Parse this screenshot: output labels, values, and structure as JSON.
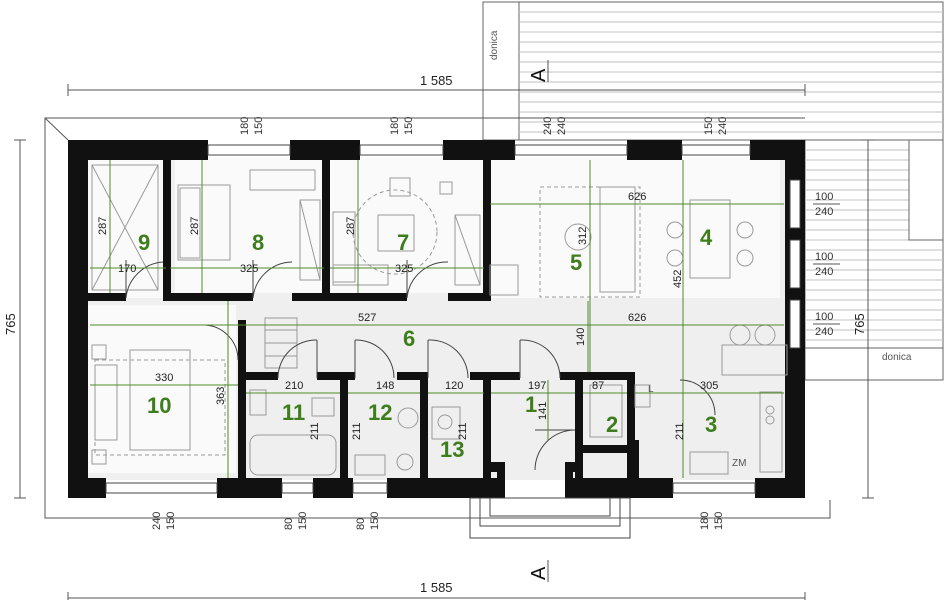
{
  "overall_dimensions": {
    "top_width": "1 585",
    "bottom_width": "1 585",
    "left_depth": "765",
    "right_depth": "765"
  },
  "section_marks": {
    "top": "A",
    "bottom": "A"
  },
  "terrace_labels": {
    "planter_top": "donica",
    "planter_right": "donica"
  },
  "window_dims": {
    "top_1": [
      "180",
      "150"
    ],
    "top_2": [
      "180",
      "150"
    ],
    "top_3": [
      "240",
      "240"
    ],
    "top_4": [
      "150",
      "240"
    ],
    "right_1": [
      "100",
      "240"
    ],
    "right_2": [
      "100",
      "240"
    ],
    "right_3": [
      "100",
      "240"
    ],
    "bottom_1": [
      "240",
      "150"
    ],
    "bottom_2": [
      "80",
      "150"
    ],
    "bottom_3": [
      "80",
      "150"
    ],
    "bottom_4": [
      "180",
      "150"
    ]
  },
  "rooms": [
    {
      "num": "1"
    },
    {
      "num": "2"
    },
    {
      "num": "3"
    },
    {
      "num": "4"
    },
    {
      "num": "5"
    },
    {
      "num": "6"
    },
    {
      "num": "7"
    },
    {
      "num": "8"
    },
    {
      "num": "9"
    },
    {
      "num": "10"
    },
    {
      "num": "11"
    },
    {
      "num": "12"
    },
    {
      "num": "13"
    }
  ],
  "interior_dims": {
    "r9_h": "287",
    "r9_w": "170",
    "r8_h": "287",
    "r8_w": "325",
    "r7_h": "287",
    "r7_w": "325",
    "r5_h": "312",
    "r5_w": "626",
    "r4_h": "452",
    "r6_w1": "527",
    "r6_w2": "626",
    "r6_h": "140",
    "r10_w": "330",
    "r10_h": "363",
    "r11_w": "210",
    "r11_h": "211",
    "r12_w": "148",
    "r12_h": "211",
    "r13_w": "120",
    "r13_h": "211",
    "r1_w": "197",
    "r1_h": "141",
    "r2_w": "87",
    "r2_h": "211",
    "r3_w": "305",
    "r3_h": "211"
  },
  "fixture_labels": {
    "boiler": "ZM",
    "kitchen": "L"
  }
}
